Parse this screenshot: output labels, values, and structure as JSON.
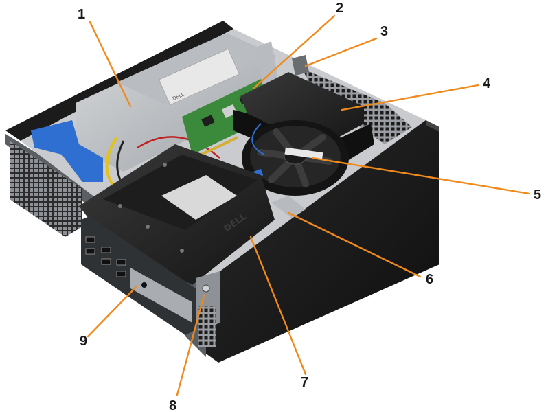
{
  "diagram": {
    "leader_color": "#f08a1c",
    "callouts": [
      {
        "id": "1",
        "label": "1"
      },
      {
        "id": "2",
        "label": "2"
      },
      {
        "id": "3",
        "label": "3"
      },
      {
        "id": "4",
        "label": "4"
      },
      {
        "id": "5",
        "label": "5"
      },
      {
        "id": "6",
        "label": "6"
      },
      {
        "id": "7",
        "label": "7"
      },
      {
        "id": "8",
        "label": "8"
      },
      {
        "id": "9",
        "label": "9"
      }
    ],
    "psu_brand": "DELL",
    "drive_cage_brand": "DELL"
  }
}
